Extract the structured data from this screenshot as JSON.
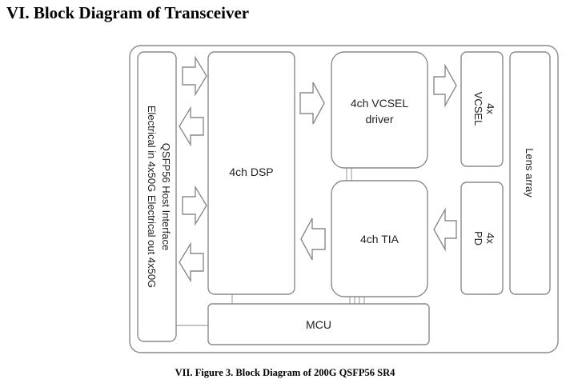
{
  "heading": "VI. Block Diagram of Transceiver",
  "caption": "VII.  Figure 3. Block Diagram of 200G QSFP56 SR4",
  "blocks": {
    "host_interface": {
      "line1": "QSFP56 Host Interface",
      "line2": "Electrical in 4x50G Electrical out 4x50G"
    },
    "dsp": "4ch DSP",
    "vcsel_driver": {
      "line1": "4ch VCSEL",
      "line2": "driver"
    },
    "tia": "4ch TIA",
    "vcsel": {
      "line1": "4x",
      "line2": "VCSEL"
    },
    "pd": {
      "line1": "4x",
      "line2": "PD"
    },
    "lens_array": "Lens array",
    "mcu": "MCU"
  },
  "colors": {
    "stroke": "#8a8a8a",
    "text": "#222222",
    "fill": "#ffffff"
  }
}
